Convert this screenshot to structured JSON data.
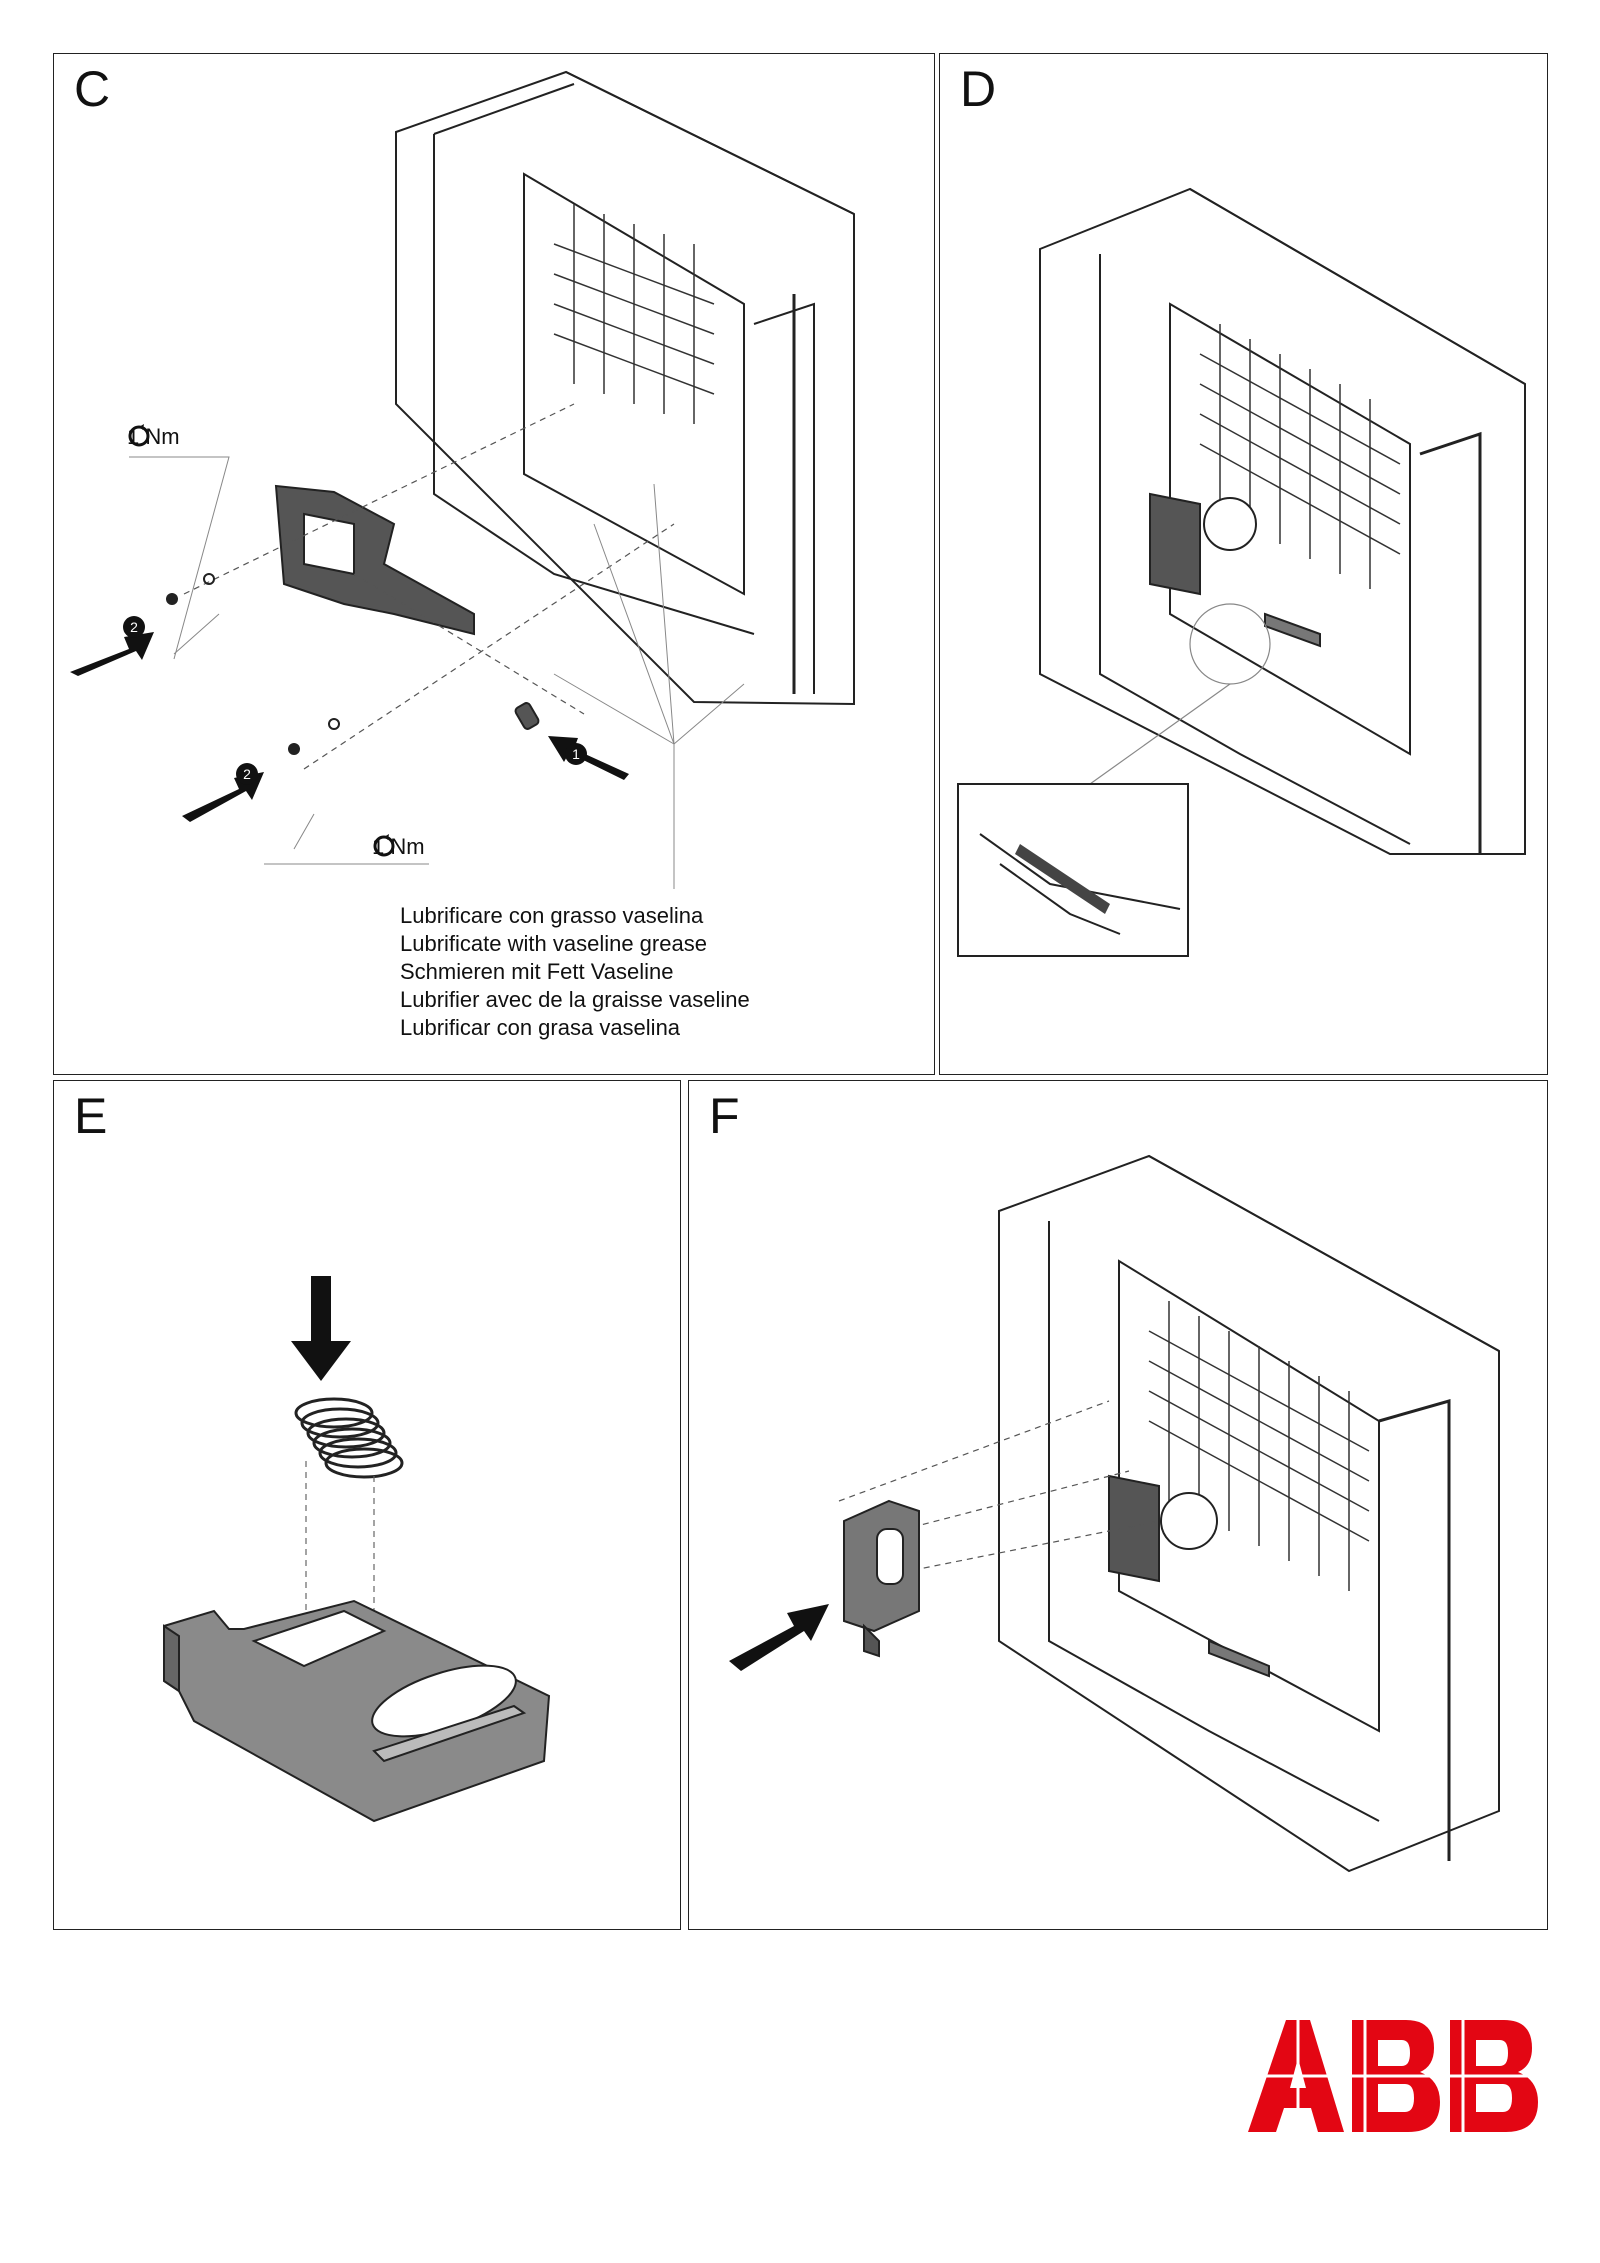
{
  "panels": {
    "c": {
      "letter": "C"
    },
    "d": {
      "letter": "D"
    },
    "e": {
      "letter": "E"
    },
    "f": {
      "letter": "F"
    }
  },
  "callouts": {
    "torque_top": "1 Nm",
    "torque_bottom": "1 Nm",
    "step1": "1",
    "step2_top": "2",
    "step2_bottom": "2"
  },
  "lubrication": [
    "Lubrificare con grasso vaselina",
    "Lubrificate with vaseline grease",
    "Schmieren mit Fett Vaseline",
    "Lubrifier avec de la graisse vaseline",
    "Lubrificar con grasa vaselina"
  ],
  "brand": {
    "logo_text": "ABB",
    "logo_color": "#e30613"
  },
  "icons": [
    "torque-wrench-icon",
    "push-arrow-icon",
    "step-number-badge"
  ]
}
